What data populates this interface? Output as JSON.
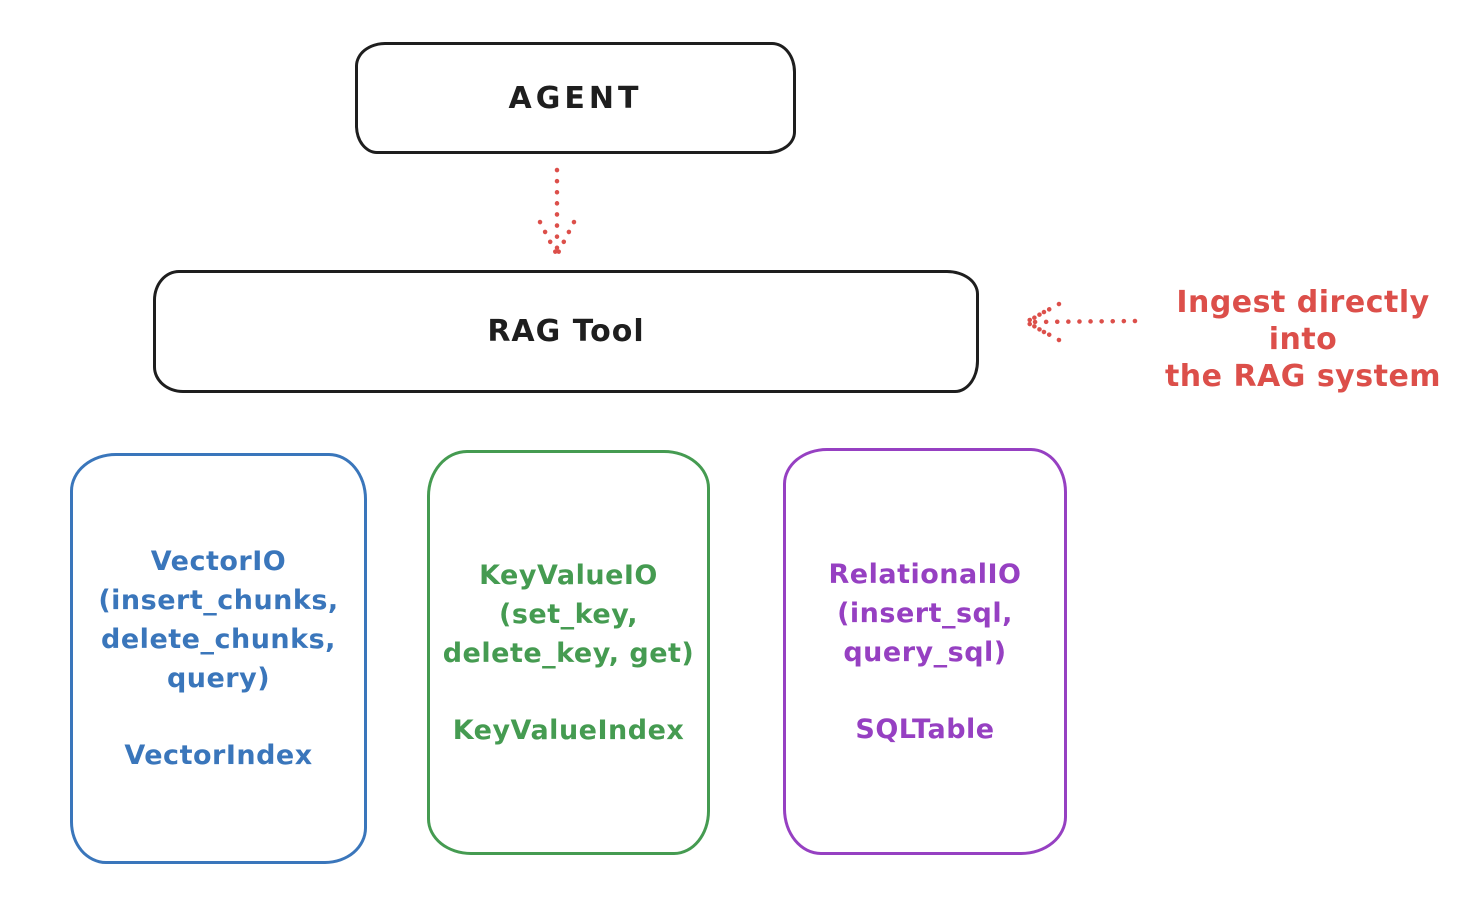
{
  "diagram": {
    "agent": {
      "label": "AGENT"
    },
    "rag_tool": {
      "label": "RAG Tool"
    },
    "annotation": {
      "line1": "Ingest directly into",
      "line2": "the RAG system"
    },
    "modules": [
      {
        "lines": [
          "VectorIO",
          "(insert_chunks,",
          "delete_chunks,",
          "query)"
        ],
        "index_label": "VectorIndex",
        "color": "#3a76bb"
      },
      {
        "lines": [
          "KeyValueIO",
          "(set_key,",
          "delete_key, get)"
        ],
        "index_label": "KeyValueIndex",
        "color": "#459b51"
      },
      {
        "lines": [
          "RelationalIO",
          "(insert_sql,",
          "query_sql)"
        ],
        "index_label": "SQLTable",
        "color": "#9640c2"
      }
    ],
    "colors": {
      "stroke": "#1e1e1e",
      "arrow_red": "#dc4f4a",
      "background": "#ffffff"
    }
  }
}
